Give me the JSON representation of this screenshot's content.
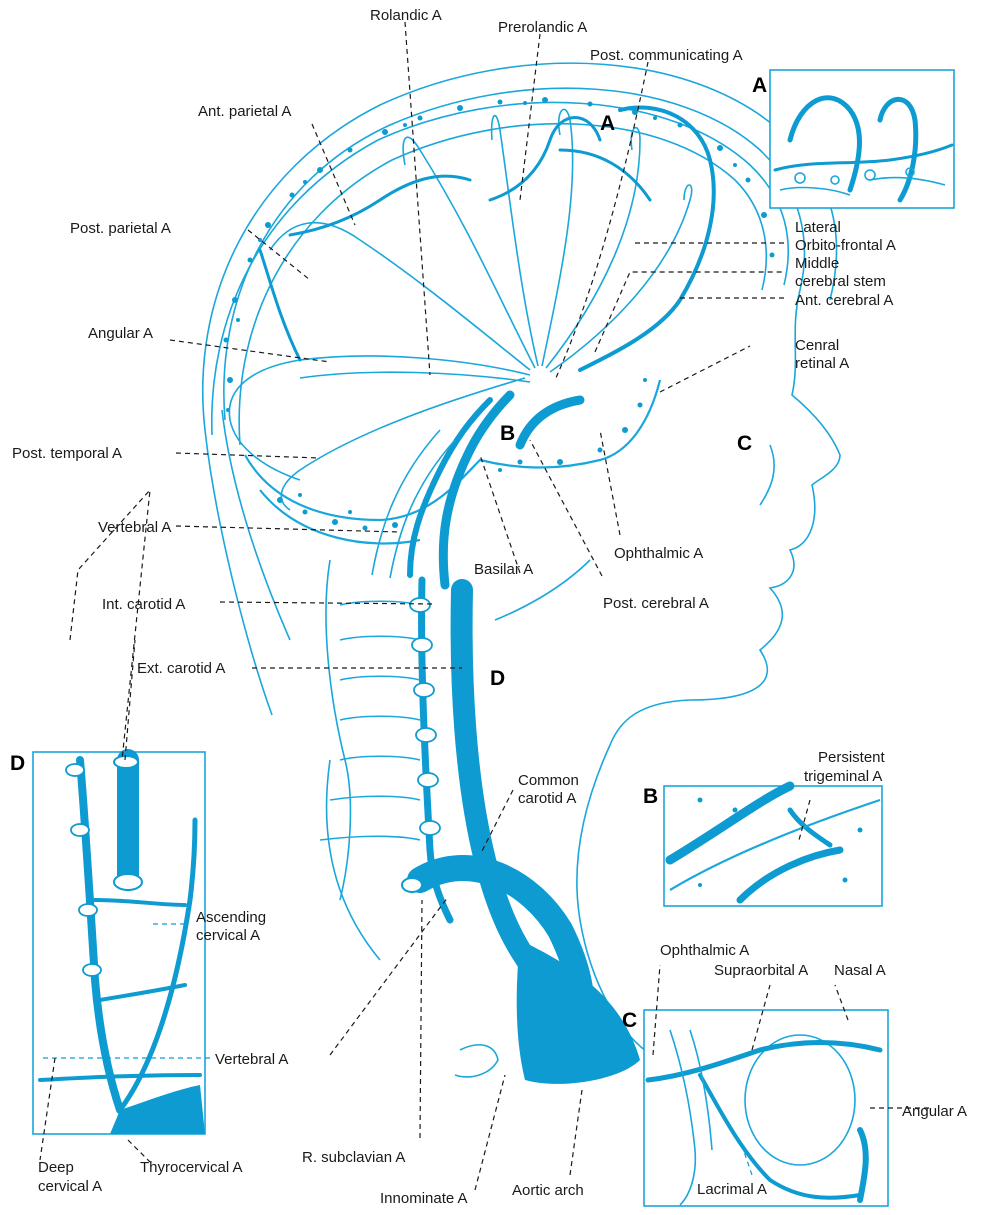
{
  "insets": {
    "a": "A",
    "b": "B",
    "c": "C",
    "d": "D"
  },
  "regions": {
    "a": "A",
    "b": "B",
    "c": "C",
    "d": "D"
  },
  "labels": {
    "rolandic": "Rolandic A",
    "prerolandic": "Prerolandic A",
    "post_communicating": "Post. communicating A",
    "ant_parietal": "Ant. parietal A",
    "post_parietal": "Post. parietal A",
    "lateral_1": "Lateral",
    "lateral_2": "Orbito-frontal A",
    "middle_1": "Middle",
    "middle_2": "cerebral stem",
    "ant_cerebral": "Ant. cerebral A",
    "angular": "Angular A",
    "central_retinal_1": "Cenral",
    "central_retinal_2": "retinal A",
    "post_temporal": "Post. temporal A",
    "vertebral": "Vertebral A",
    "ophthalmic": "Ophthalmic A",
    "basilar": "Basilar A",
    "post_cerebral": "Post. cerebral A",
    "int_carotid": "Int. carotid A",
    "ext_carotid": "Ext. carotid A",
    "common_carotid_1": "Common",
    "common_carotid_2": "carotid A",
    "persistent_trigeminal_1": "Persistent",
    "persistent_trigeminal_2": "trigeminal A",
    "ascending_cervical_1": "Ascending",
    "ascending_cervical_2": "cervical A",
    "ophthalmic_c": "Ophthalmic A",
    "supraorbital": "Supraorbital A",
    "nasal": "Nasal A",
    "vertebral_lower": "Vertebral A",
    "angular_c": "Angular A",
    "r_subclavian": "R. subclavian A",
    "deep_cervical_1": "Deep",
    "deep_cervical_2": "cervical A",
    "thyrocervical": "Thyrocervical A",
    "innominate": "Innominate A",
    "aortic_arch": "Aortic arch",
    "lacrimal": "Lacrimal A"
  },
  "colors": {
    "vessel": "#0d9bd1",
    "outline": "#1aa7dc",
    "leader": "#1a1a1a",
    "background": "#ffffff"
  }
}
